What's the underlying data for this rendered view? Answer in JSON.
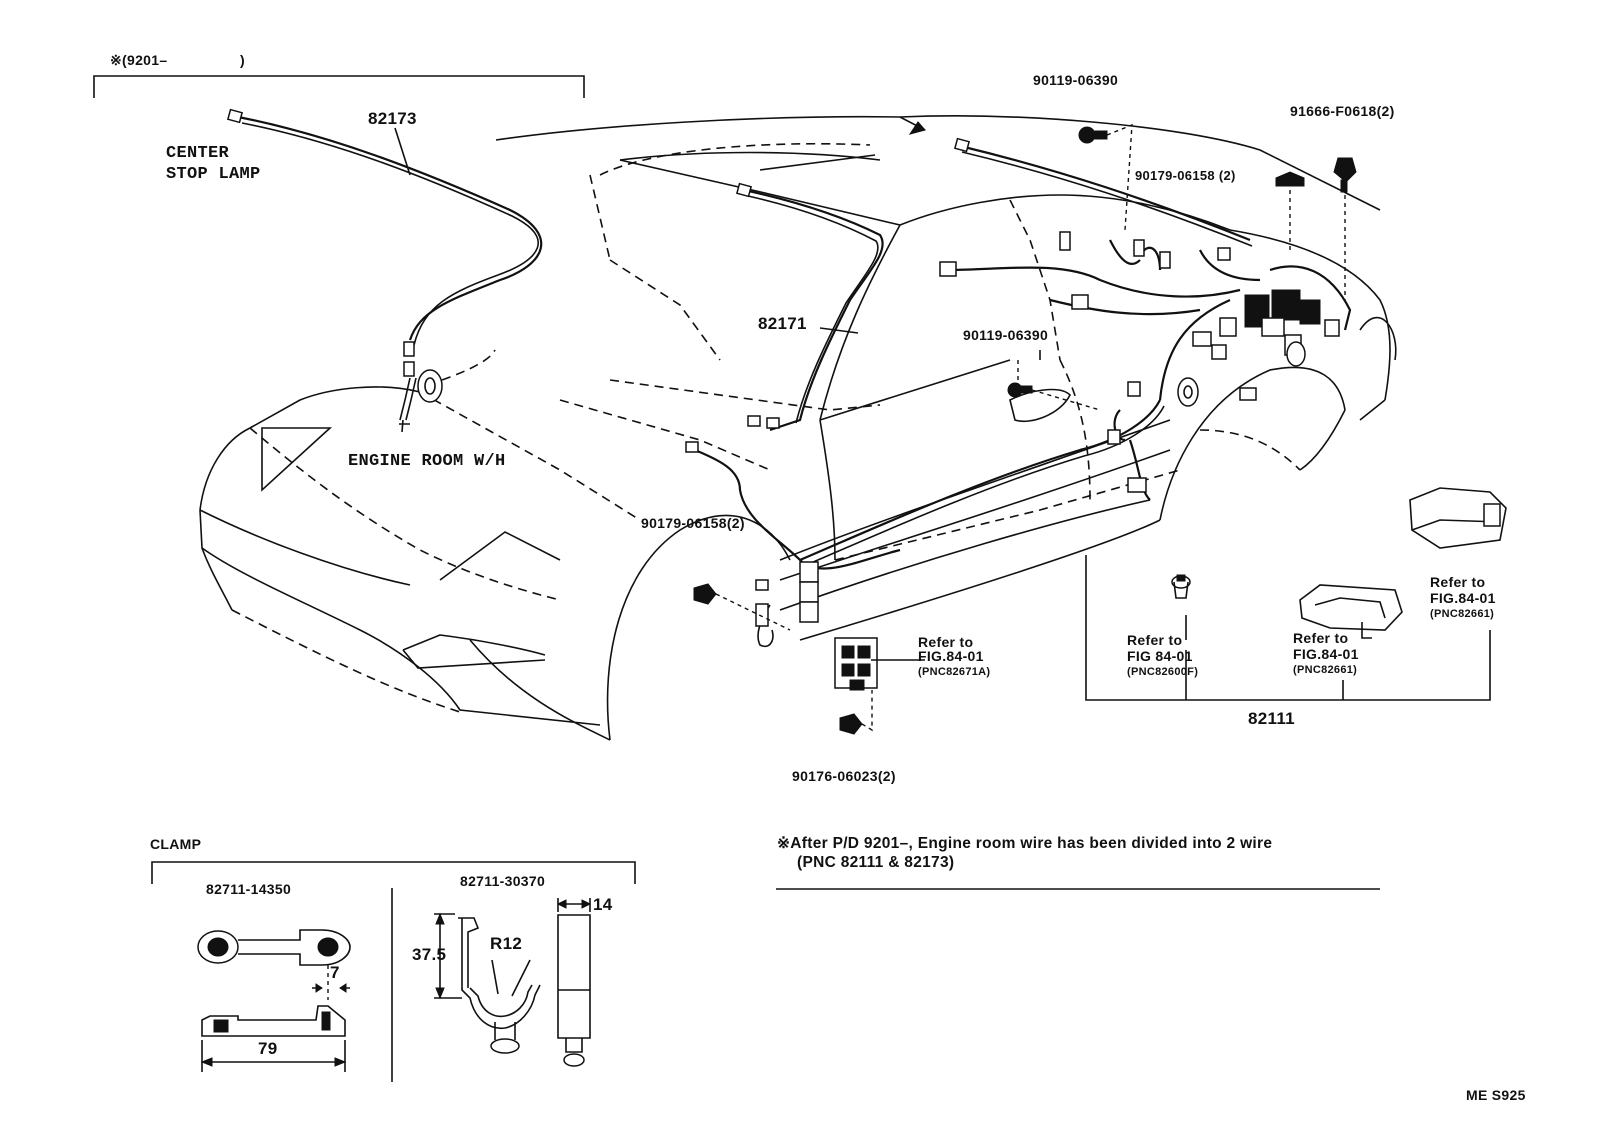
{
  "header": {
    "marker": "※(9201–",
    "marker_close": ")"
  },
  "labels": {
    "center_stop_lamp_1": "CENTER",
    "center_stop_lamp_2": "STOP  LAMP",
    "engine_room_wh": "ENGINE  ROOM  W/H",
    "pn_82173": "82173",
    "pn_82171": "82171",
    "pn_82111": "82111",
    "pn_90119_top": "90119-06390",
    "pn_90119_mid": "90119-06390",
    "pn_91666": "91666-F0618(2)",
    "pn_90179_top": "90179-06158 (2)",
    "pn_90179_left": "90179-06158(2)",
    "pn_90176": "90176-06023(2)",
    "ref1": {
      "line1": "Refer to",
      "line2": "FIG.84-01",
      "line3": "(PNC82671A)"
    },
    "ref2": {
      "line1": "Refer to",
      "line2": "FIG 84-01",
      "line3": "(PNC82600F)"
    },
    "ref3": {
      "line1": "Refer to",
      "line2": "FIG.84-01",
      "line3": "(PNC82661)"
    },
    "ref4": {
      "line1": "Refer to",
      "line2": "FIG.84-01",
      "line3": "(PNC82661)"
    }
  },
  "note": {
    "line1": "※After P/D 9201–, Engine room wire has been divided into 2 wire",
    "line2": "(PNC 82111 & 82173)"
  },
  "clamp": {
    "title": "CLAMP",
    "part_a": "82711-14350",
    "part_b": "82711-30370",
    "dim_7": "7",
    "dim_79": "79",
    "dim_375": "37.5",
    "dim_r12": "R12",
    "dim_14": "14"
  },
  "footer": {
    "code": "ME  S925"
  }
}
